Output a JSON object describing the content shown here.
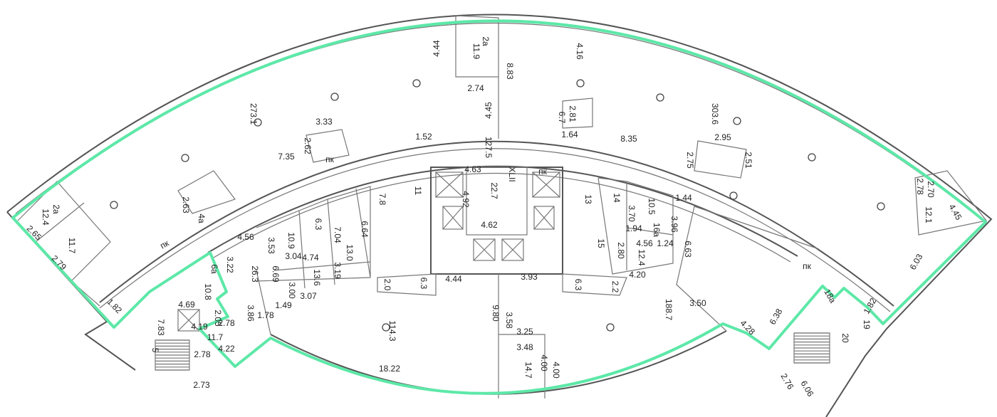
{
  "plan": {
    "title": "Floor plan",
    "highlight_color": "#5de8a8",
    "labels": [
      "4.44",
      "2a",
      "11.9",
      "2.74",
      "8.83",
      "4.45",
      "4.16",
      "273.1",
      "303.6",
      "3.33",
      "2.62",
      "7.35",
      "1.52",
      "127.5",
      "8.35",
      "2.95",
      "2.75",
      "2.51",
      "2.81",
      "1.64",
      "2.63",
      "4a",
      "2a",
      "12.4",
      "2.65",
      "11.7",
      "2.79",
      "4.56",
      "3.53",
      "10.9",
      "3.04",
      "6.3",
      "7.04",
      "6.64",
      "13.0",
      "4.74",
      "3.19",
      "6.69",
      "26.3",
      "3.22",
      "3.00",
      "13.6",
      "3.07",
      "1.49",
      "1.78",
      "3.86",
      "6a",
      "10.8",
      "4.69",
      "2.05",
      "4.19",
      "11.7",
      "2.78",
      "4.22",
      "2.78",
      "7.83",
      "5",
      "2.73",
      "1.82",
      "11",
      "7.8",
      "4.63",
      "22.7",
      "4.92",
      "4.62",
      "4.44",
      "3.93",
      "9.80",
      "3.58",
      "3.25",
      "3.48",
      "4.00",
      "4.00",
      "14.7",
      "18.22",
      "114.3",
      "14",
      "13",
      "10.5",
      "3.70",
      "3.96",
      "1.44",
      "1.94",
      "16a",
      "4.56",
      "1.24",
      "15",
      "2.80",
      "12.4",
      "4.20",
      "6.63",
      "188.7",
      "3.50",
      "4.28",
      "6.38",
      "1.82",
      "6.03",
      "19",
      "20",
      "2.76",
      "6.06",
      "2.70",
      "2.78",
      "4.45",
      "12.1",
      "18a",
      "пк",
      "пк",
      "пк",
      "пк",
      "XLII",
      "6.3",
      "2.0",
      "6.3",
      "2.2",
      "6.7"
    ]
  }
}
